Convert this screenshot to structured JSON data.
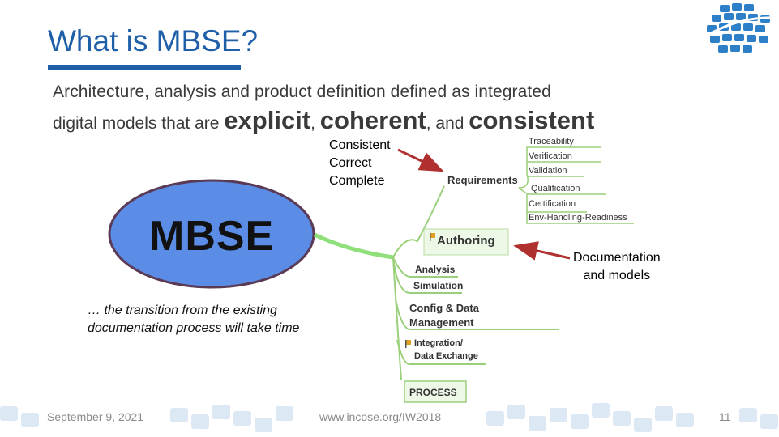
{
  "slide": {
    "title": "What is MBSE?",
    "intro_line1": "Architecture, analysis and product definition defined as integrated",
    "intro_line2_prefix": "digital models that are ",
    "intro_word1": "explicit",
    "intro_sep1": ", ",
    "intro_word2": "coherent",
    "intro_sep2": ", and ",
    "intro_word3": "consistent",
    "qualities": [
      "Consistent",
      "Correct",
      "Complete"
    ],
    "mbse_label": "MBSE",
    "doc_models_line1": "Documentation",
    "doc_models_line2": "and models",
    "transition_line1": "… the transition from the existing",
    "transition_line2": "documentation process will take time"
  },
  "mindmap": {
    "requirements": "Requirements",
    "requirement_items": [
      "Traceability",
      "Verification",
      "Validation",
      "Qualification",
      "Certification",
      "Env-Handling-Readiness"
    ],
    "authoring": "Authoring",
    "analysis": "Analysis",
    "simulation": "Simulation",
    "config_line1": "Config & Data",
    "config_line2": "Management",
    "integration_line1": "Integration/",
    "integration_line2": "Data Exchange",
    "process": "PROCESS"
  },
  "footer": {
    "date": "September 9, 2021",
    "url": "www.incose.org/IW2018",
    "page": "11"
  },
  "colors": {
    "title_blue": "#1f5fa8",
    "ellipse_fill": "#5b8de6",
    "ellipse_stroke": "#5a3a55",
    "mindmap_green": "#9ad07a",
    "arrow_red": "#b03030",
    "footer_tiles": "#dce8f4"
  },
  "icons": [
    "incose-globe-logo",
    "flag-icon"
  ]
}
